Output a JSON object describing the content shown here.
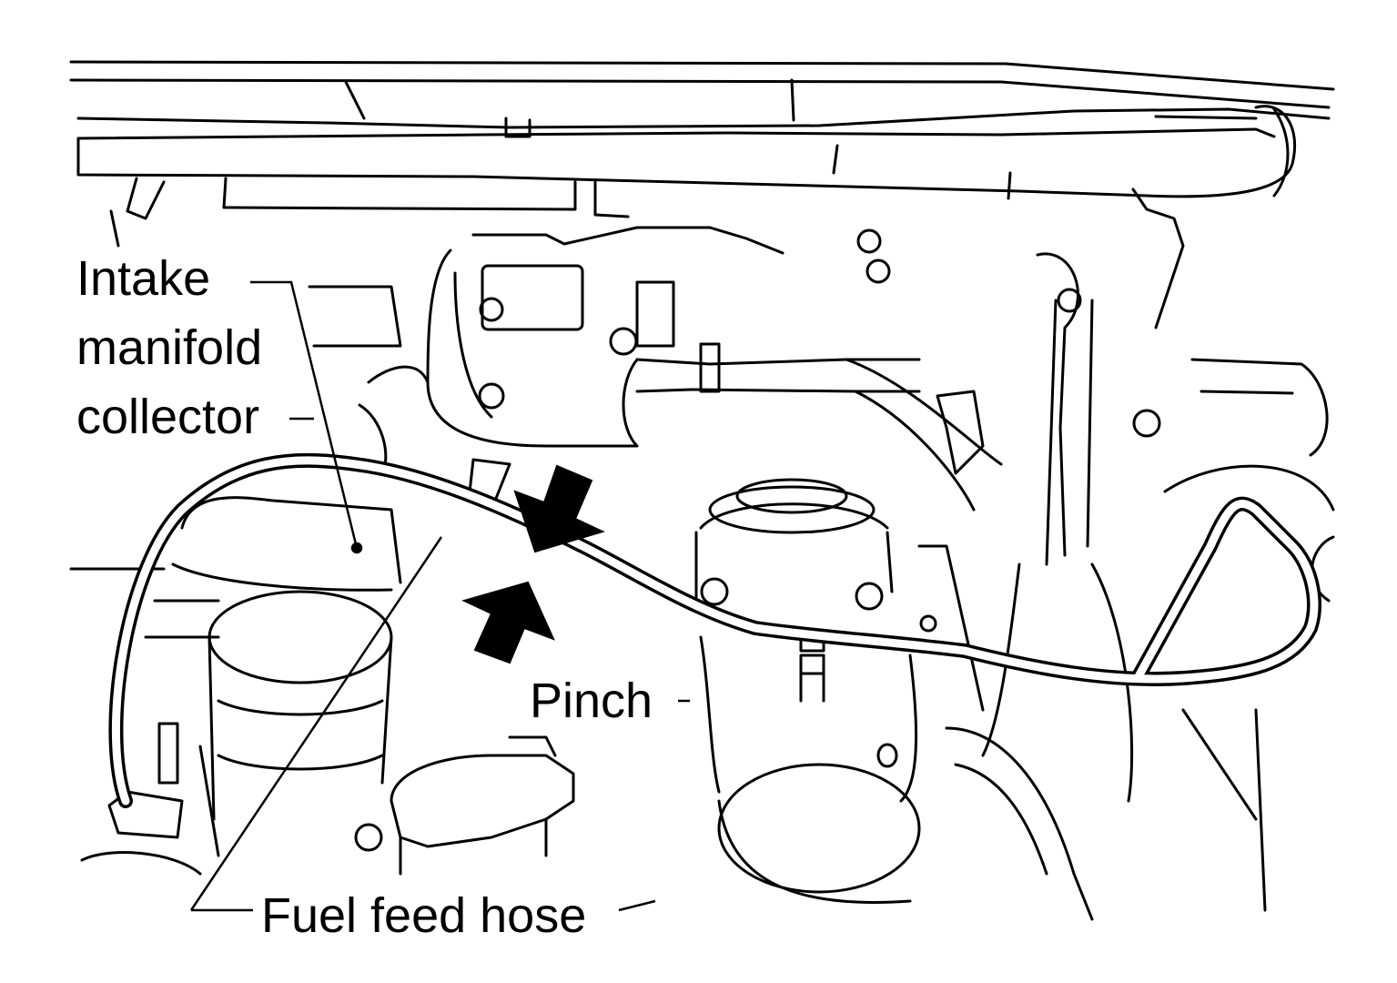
{
  "labels": {
    "intake_line1": "Intake",
    "intake_line2": "manifold",
    "intake_line3": "collector",
    "pinch": "Pinch",
    "fuel_feed_hose": "Fuel feed hose"
  },
  "colors": {
    "ink": "#000000",
    "paper": "#ffffff"
  }
}
